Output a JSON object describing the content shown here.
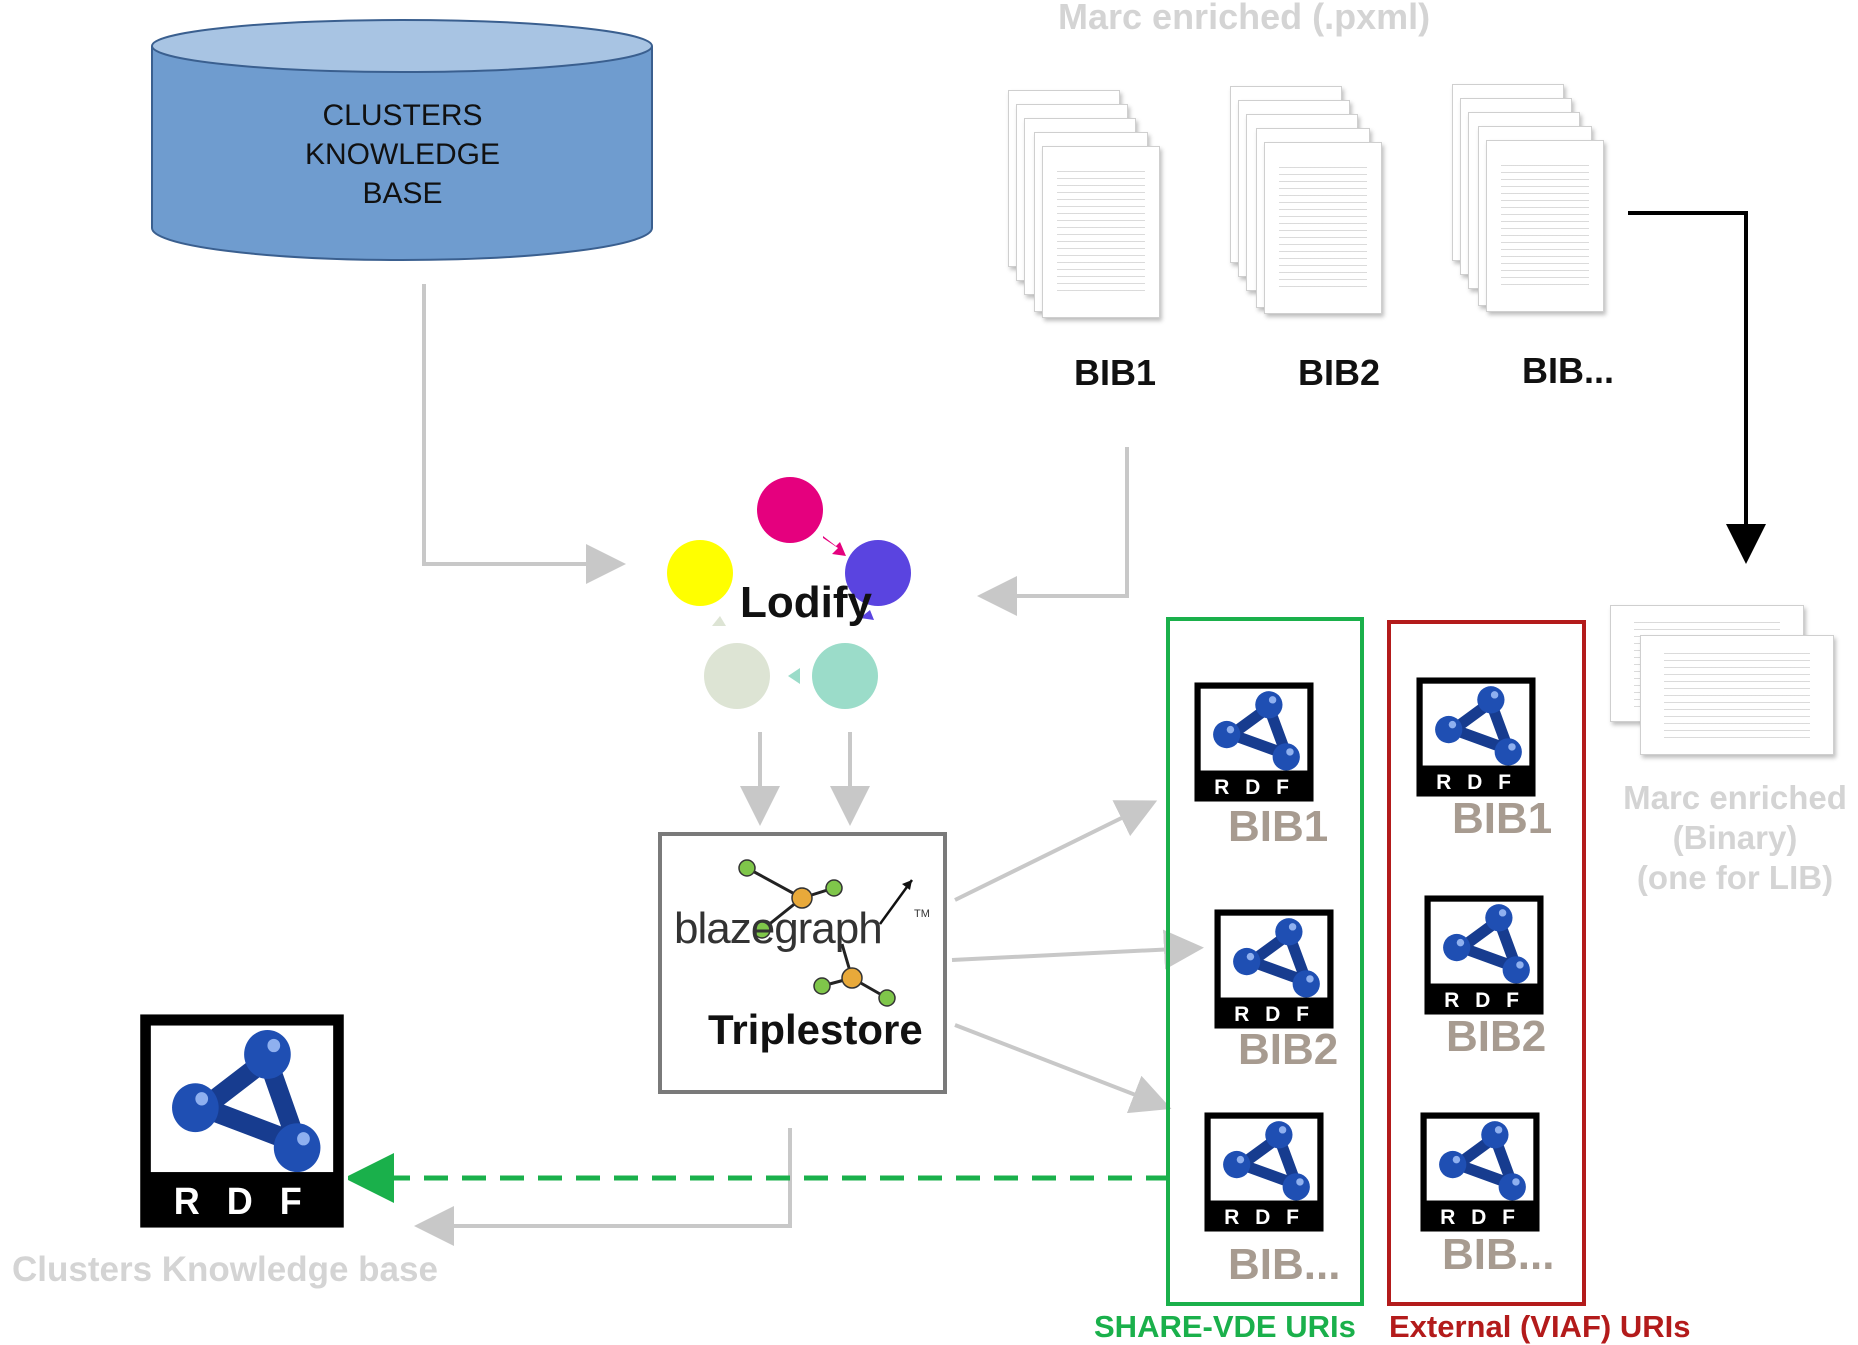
{
  "database": {
    "label_lines": [
      "CLUSTERS",
      "KNOWLEDGE",
      "BASE"
    ]
  },
  "marc_pxml": {
    "title": "Marc enriched (.pxml)",
    "bibs": [
      "BIB1",
      "BIB2",
      "BIB..."
    ]
  },
  "marc_binary": {
    "title_lines": [
      "Marc enriched",
      "(Binary)",
      "(one for LIB)"
    ]
  },
  "lodify": {
    "label": "Lodify"
  },
  "triplestore": {
    "brand": "blazegraph",
    "trademark": "TM",
    "label": "Triplestore"
  },
  "share_vde": {
    "caption": "SHARE-VDE URIs",
    "bibs": [
      "BIB1",
      "BIB2",
      "BIB..."
    ]
  },
  "external": {
    "caption": "External (VIAF) URIs",
    "bibs": [
      "BIB1",
      "BIB2",
      "BIB..."
    ]
  },
  "clusters_rdf": {
    "caption": "Clusters Knowledge base"
  },
  "rdf_logo_text": "R D F",
  "colors": {
    "green": "#1ab04b",
    "red": "#b31b1b",
    "gray_arrow": "#c8c8c8",
    "black_arrow": "#000000",
    "db_fill": "#6f9ccf",
    "db_top": "#a8c4e3"
  }
}
